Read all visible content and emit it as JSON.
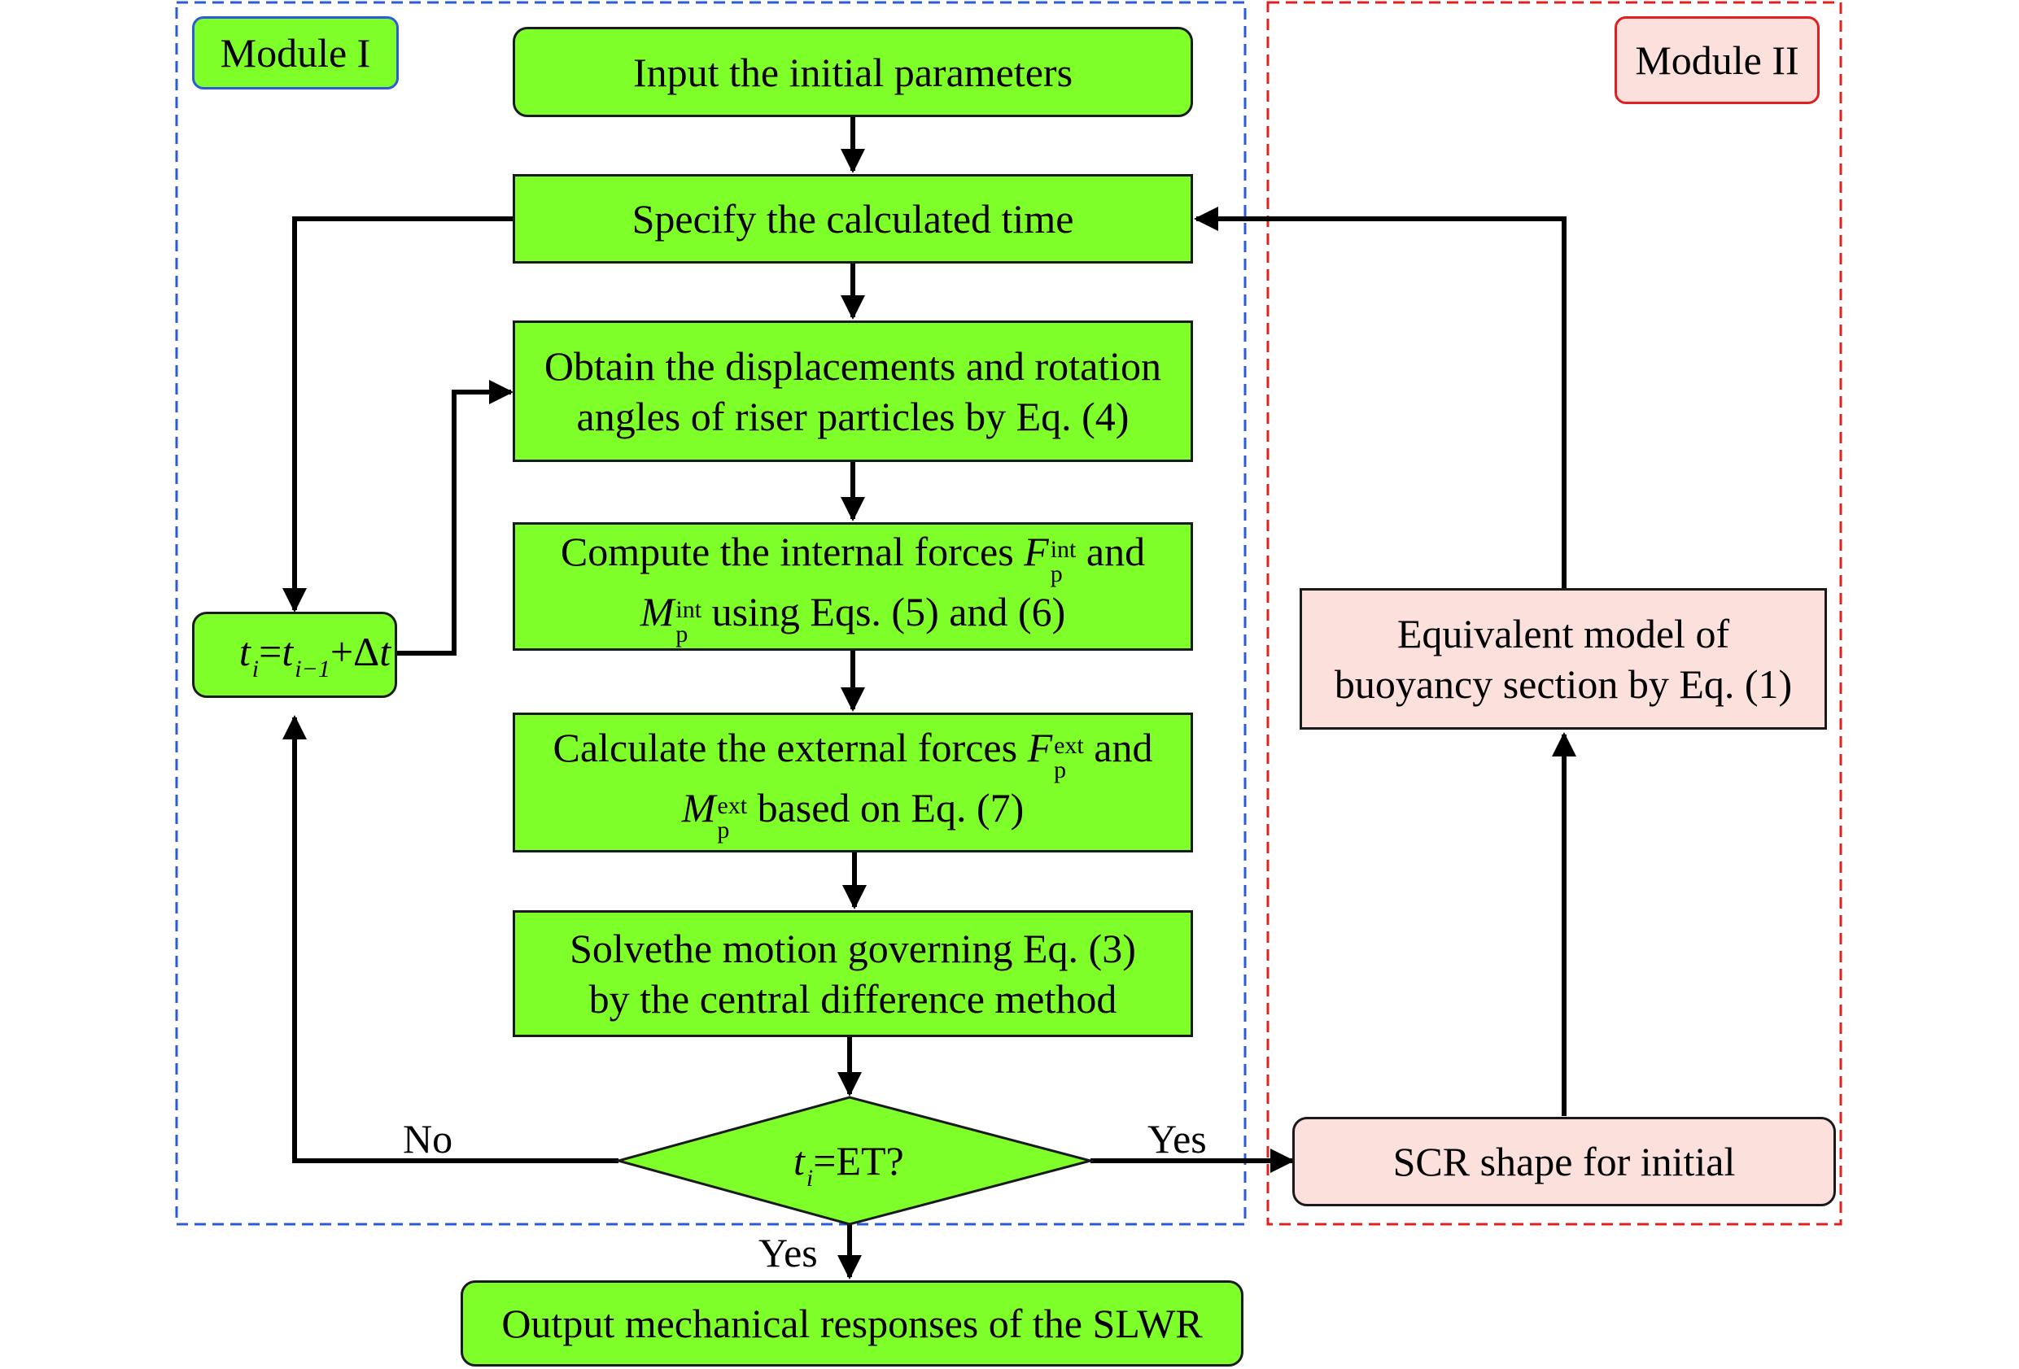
{
  "modules": {
    "module1_label": "Module I",
    "module2_label": "Module II"
  },
  "steps": {
    "input": "Input the initial parameters",
    "specify_time": "Specify the calculated time",
    "obtain_line1": "Obtain the displacements and rotation",
    "obtain_line2": "angles of riser particles by Eq. (4)",
    "compute_pre": "Compute the internal forces ",
    "compute_sym1": "F",
    "compute_sup1": "int",
    "compute_sub1": "p",
    "compute_post1": " and",
    "compute_sym2": "M",
    "compute_sup2": "int",
    "compute_sub2": "p",
    "compute_post2": " using Eqs. (5) and (6)",
    "calc_pre": "Calculate the external forces ",
    "calc_sym1": "F",
    "calc_sup1": "ext",
    "calc_sub1": "p",
    "calc_post1": " and",
    "calc_sym2": "M",
    "calc_sup2": "ext",
    "calc_sub2": "p",
    "calc_post2": " based on Eq. (7)",
    "solve_line1": "Solvethe motion governing Eq. (3)",
    "solve_line2": "by the central difference method",
    "decision_t": "t",
    "decision_sub": "i",
    "decision_rest": "=ET?",
    "output": "Output mechanical responses of the SLWR",
    "update_t": "t",
    "update_sub1": "i",
    "update_eq": "=",
    "update_t2": "t",
    "update_sub2": "i−1",
    "update_plus": "+Δ",
    "update_t3": "t"
  },
  "module2_steps": {
    "equiv_line1": "Equivalent model of",
    "equiv_line2": "buoyancy section by Eq. (1)",
    "scr_shape": "SCR shape for initial"
  },
  "edge_labels": {
    "no": "No",
    "yes_right": "Yes",
    "yes_down": "Yes"
  },
  "colors": {
    "box_green": "#7fff2a",
    "box_pink": "#fbe0dc",
    "module1_border": "#2b5bd8",
    "module2_border": "#e02020"
  }
}
